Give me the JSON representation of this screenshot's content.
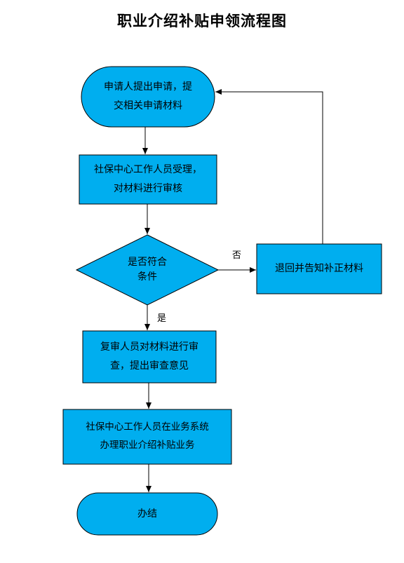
{
  "title": "职业介绍补贴申领流程图",
  "nodes": {
    "start": {
      "line1": "申请人提出申请，提",
      "line2": "交相关申请材料"
    },
    "accept": {
      "line1": "社保中心工作人员受理，",
      "line2": "对材料进行审核"
    },
    "decision": {
      "line1": "是否符合",
      "line2": "条件"
    },
    "reject": {
      "text": "退回并告知补正材料"
    },
    "review": {
      "line1": "复审人员对材料进行审",
      "line2": "查，提出审查意见"
    },
    "process": {
      "line1": "社保中心工作人员在业务系统",
      "line2": "办理职业介绍补贴业务"
    },
    "end": {
      "text": "办结"
    }
  },
  "edges": {
    "no_label": "否",
    "yes_label": "是"
  },
  "colors": {
    "fill": "#00AEEF",
    "stroke": "#000000"
  }
}
